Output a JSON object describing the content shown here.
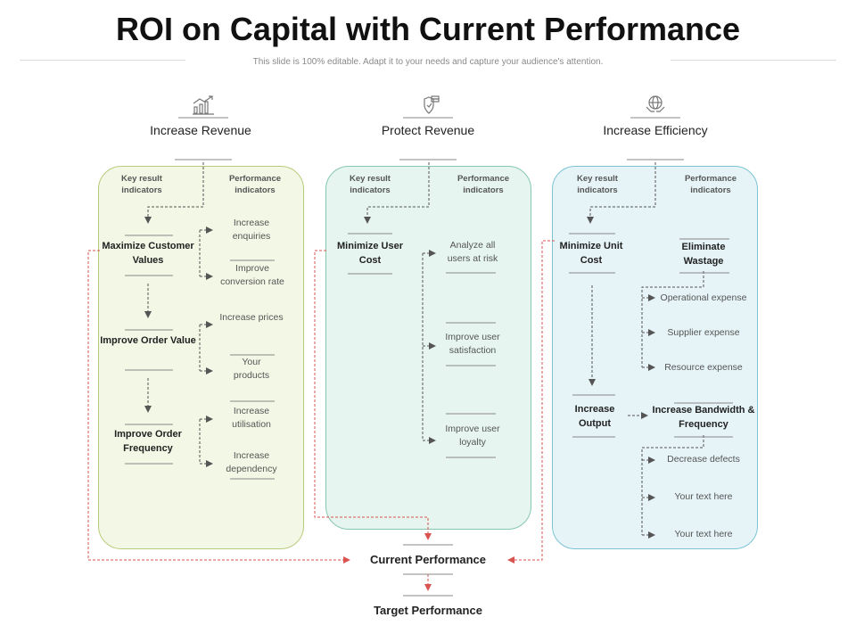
{
  "title": "ROI on Capital with Current Performance",
  "subtitle": "This slide is 100% editable. Adapt it to your needs and capture your audience's attention.",
  "columns": [
    {
      "heading": "Increase Revenue",
      "icon": "chart-growth-icon",
      "kri_header": "Key result indicators",
      "pi_header": "Performance indicators",
      "kri": [
        "Maximize Customer Values",
        "Improve Order Value",
        "Improve Order Frequency"
      ],
      "pi": [
        "Increase enquiries",
        "Improve conversion rate",
        "Increase prices",
        "Your products",
        "Increase utilisation",
        "Increase dependency"
      ]
    },
    {
      "heading": "Protect Revenue",
      "icon": "shield-money-icon",
      "kri_header": "Key result indicators",
      "pi_header": "Performance indicators",
      "kri": [
        "Minimize User Cost"
      ],
      "pi": [
        "Analyze all users at risk",
        "Improve user satisfaction",
        "Improve user loyalty"
      ]
    },
    {
      "heading": "Increase Efficiency",
      "icon": "globe-hands-icon",
      "kri_header": "Key result indicators",
      "pi_header": "Performance indicators",
      "kri": [
        "Minimize Unit Cost",
        "Increase Output"
      ],
      "pi_groups": [
        {
          "head": "Eliminate Wastage",
          "items": [
            "Operational expense",
            "Supplier expense",
            "Resource expense"
          ]
        },
        {
          "head": "Increase Bandwidth & Frequency",
          "items": [
            "Decrease defects",
            "Your text here",
            "Your text here"
          ]
        }
      ]
    }
  ],
  "bottom": {
    "current": "Current Performance",
    "target": "Target Performance"
  },
  "colors": {
    "panel1_fill": "#f3f7e6",
    "panel1_border": "#b7cc7a",
    "panel2_fill": "#e6f5ef",
    "panel2_border": "#86c8ad",
    "panel3_fill": "#e6f4f7",
    "panel3_border": "#7cc4d4",
    "arrow_red": "#d9534f",
    "arrow_dark": "#555555"
  }
}
